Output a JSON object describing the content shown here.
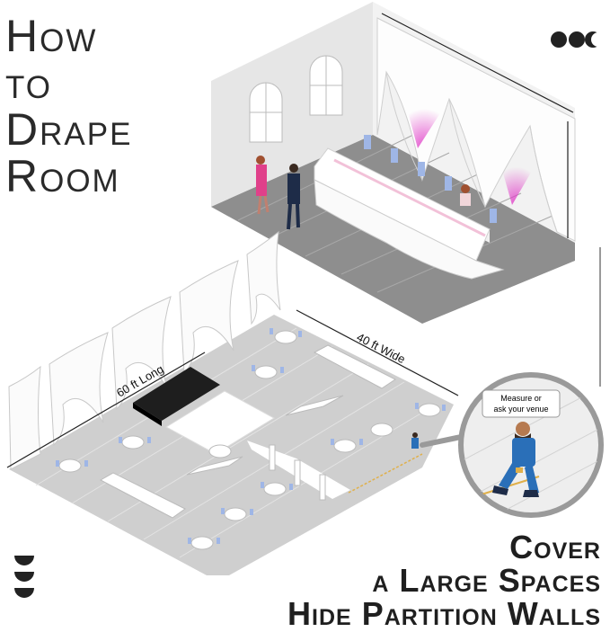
{
  "title": {
    "line1": "How",
    "line2": "to",
    "line3": "Drape",
    "line4": "Room"
  },
  "dimensions": {
    "length": "60 ft Long",
    "width": "40 ft Wide"
  },
  "callout": {
    "line1": "Measure or",
    "line2": "ask your venue"
  },
  "tagline": {
    "line1": "Cover",
    "line2": "a Large Spaces",
    "line3": "Hide Partition Walls"
  },
  "colors": {
    "text": "#222222",
    "floor": "#8c8c8c",
    "drape": "#ffffff",
    "uplight": "#e040c8",
    "chair": "#9fb6e6",
    "stage": "#1e1e1e"
  },
  "icons": {
    "logo": "moon-phases-icon",
    "corner": "half-circles-icon"
  }
}
